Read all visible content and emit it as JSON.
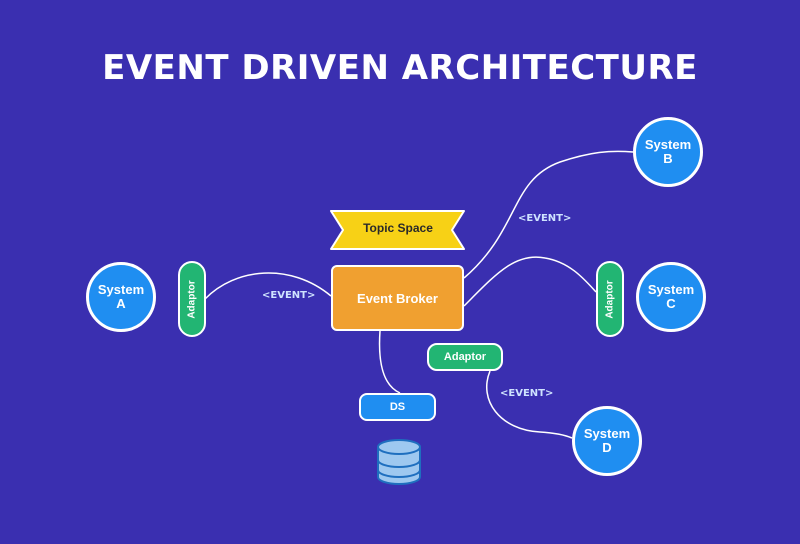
{
  "title": "EVENT DRIVEN ARCHITECTURE",
  "topic_space": "Topic Space",
  "event_broker": "Event Broker",
  "data_store": "DS",
  "adaptor_label": "Adaptor",
  "event_label": "<EVENT>",
  "systems": [
    {
      "line1": "System",
      "line2": "A"
    },
    {
      "line1": "System",
      "line2": "B"
    },
    {
      "line1": "System",
      "line2": "C"
    },
    {
      "line1": "System",
      "line2": "D"
    }
  ],
  "colors": {
    "background": "#3a2fb0",
    "system": "#1f8ef1",
    "adaptor": "#22b573",
    "broker": "#f0a030",
    "topic": "#f7d116",
    "connector": "#ffffff"
  }
}
